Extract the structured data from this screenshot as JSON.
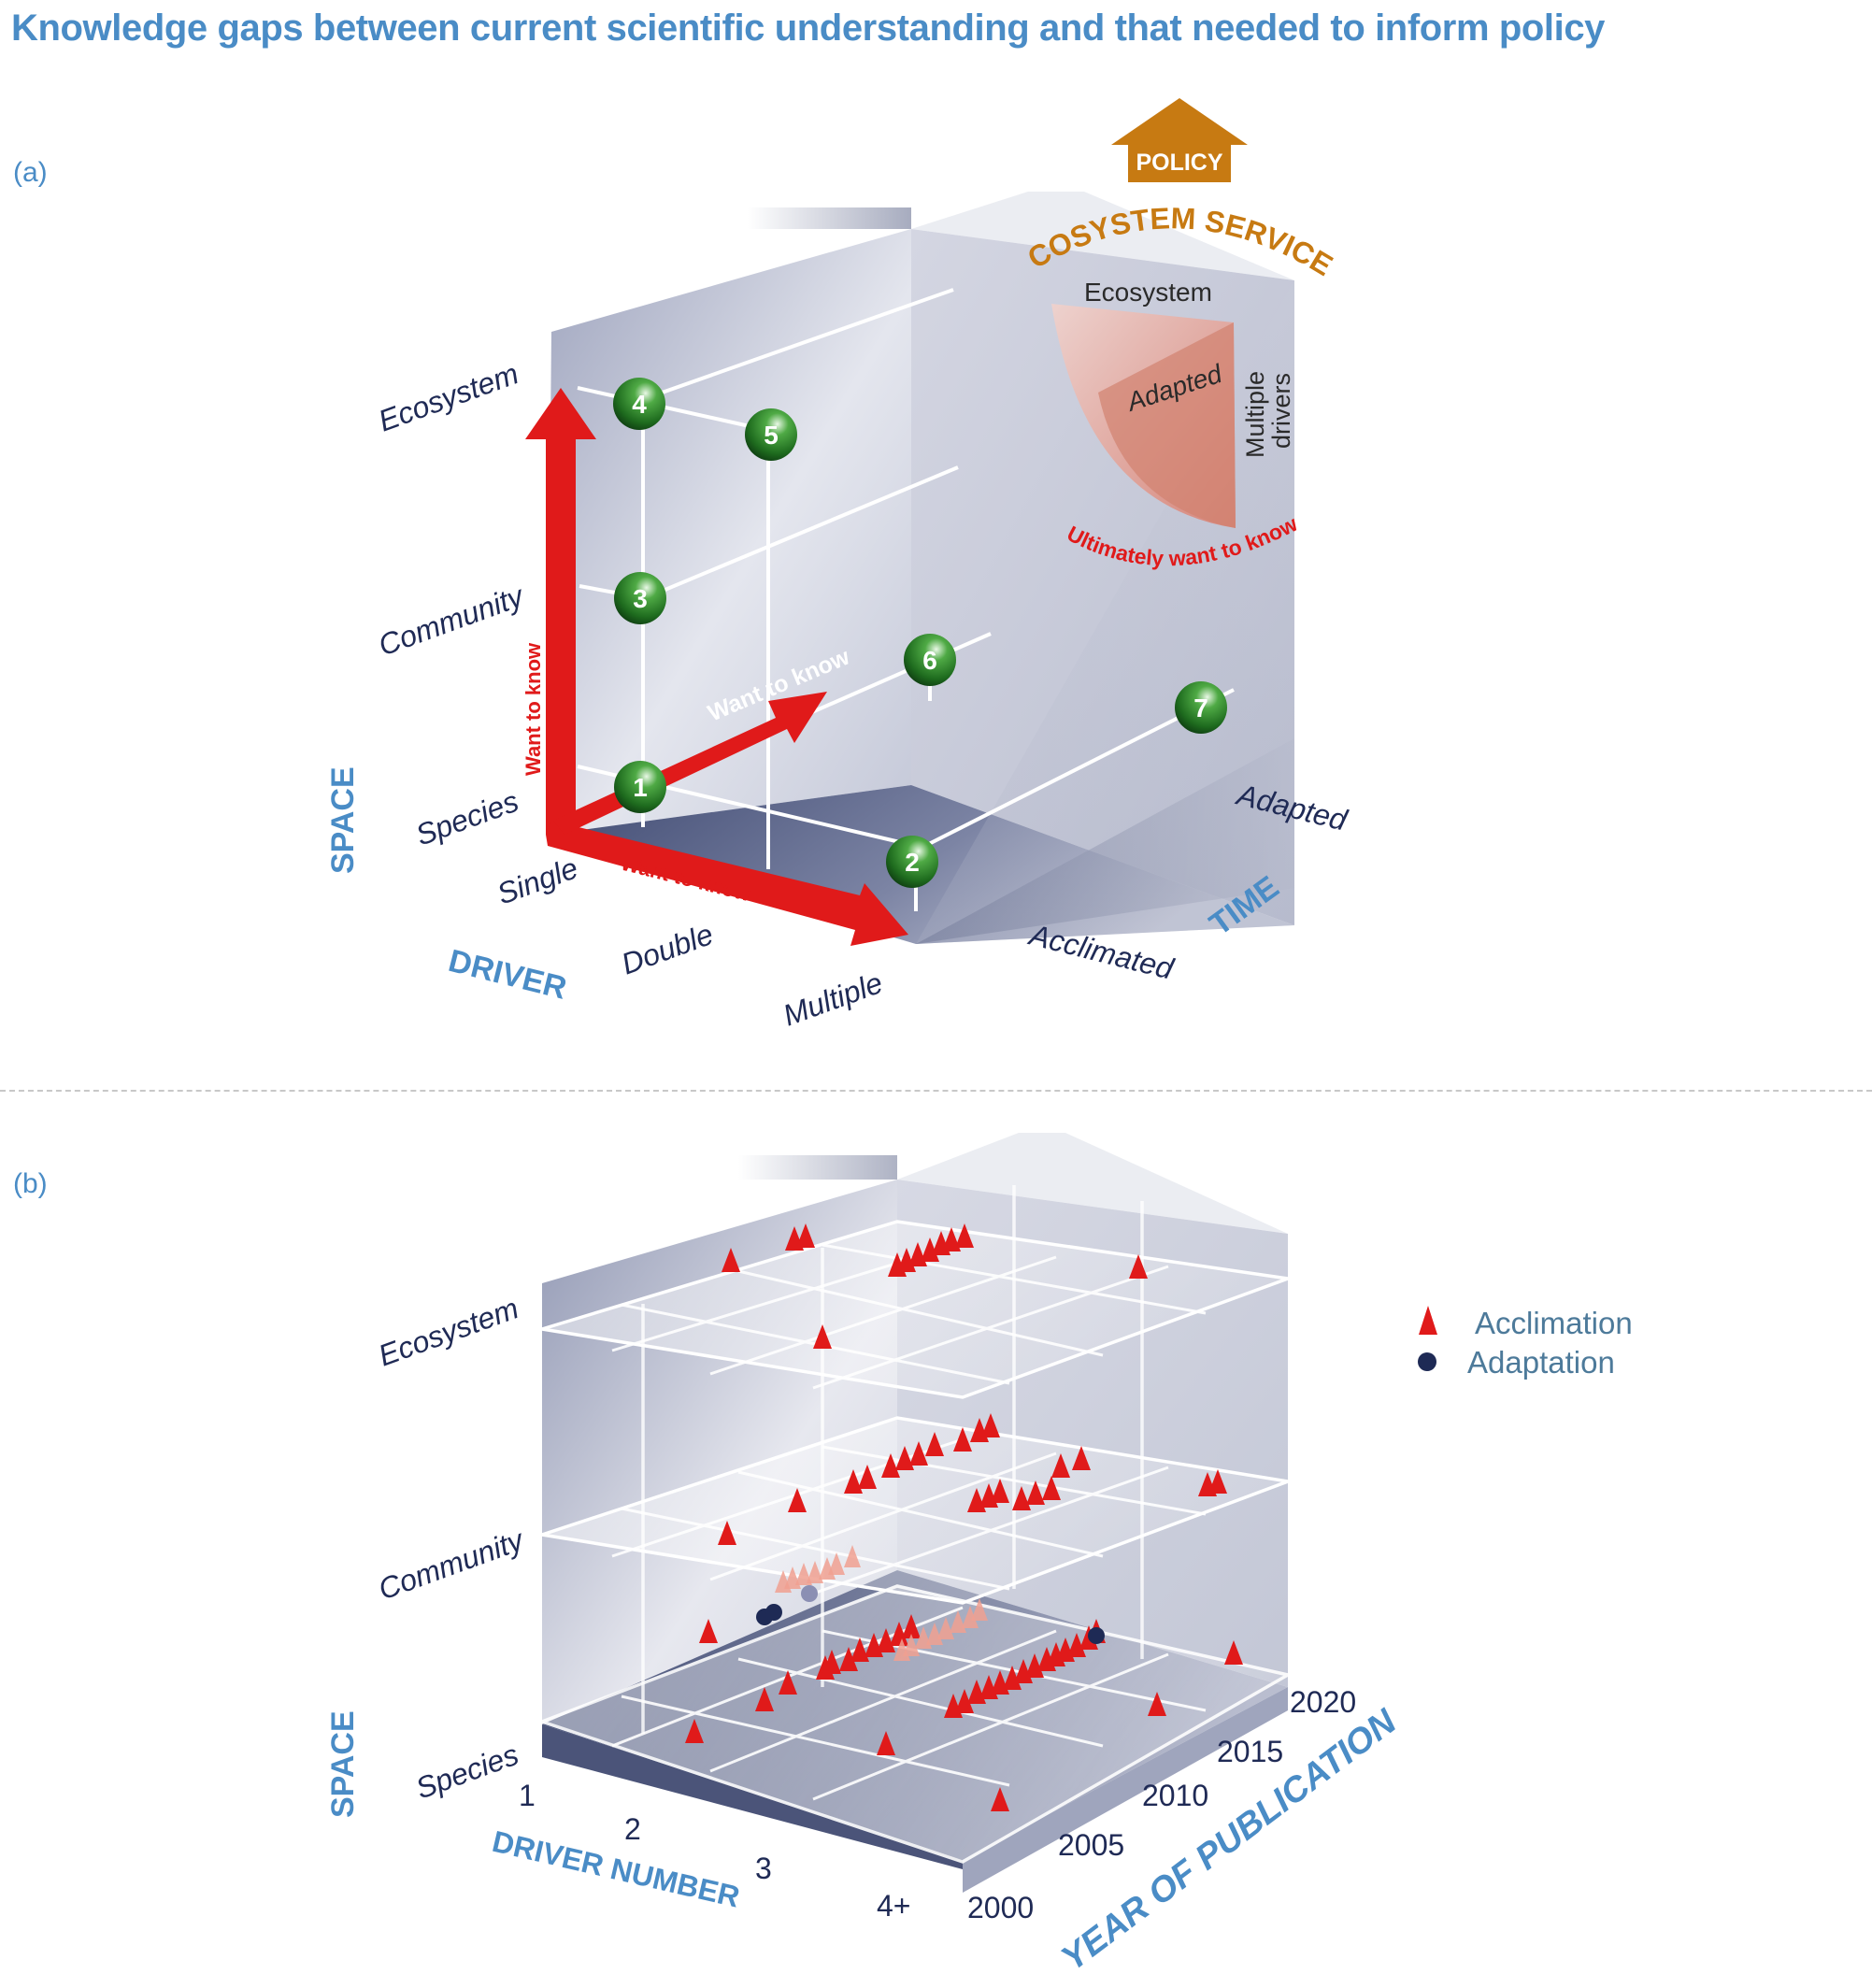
{
  "title": "Knowledge gaps between current scientific understanding and that needed to inform policy",
  "panel_a": {
    "label": "(a)",
    "policy": "POLICY",
    "ecosystem_services": "ECOSYSTEM SERVICES",
    "inset": {
      "top": "Ecosystem",
      "center": "Adapted",
      "side_line1": "Multiple",
      "side_line2": "drivers"
    },
    "ultimately": "Ultimately want to know",
    "want_to_know_vertical": "Want to know",
    "want_to_know_diagonal": "Want to know",
    "want_to_know_horizontal": "Want to know",
    "space_levels": [
      "Ecosystem",
      "Community",
      "Species"
    ],
    "driver_levels": [
      "Single",
      "Double",
      "Multiple"
    ],
    "time_levels": [
      "Acclimated",
      "Adapted"
    ],
    "axis_space": "SPACE",
    "axis_driver": "DRIVER",
    "axis_time": "TIME",
    "points": [
      {
        "id": "1",
        "space": "Species",
        "driver": "Single",
        "time": "Acclimated"
      },
      {
        "id": "2",
        "space": "Species",
        "driver": "Multiple",
        "time": "Acclimated"
      },
      {
        "id": "3",
        "space": "Community",
        "driver": "Single",
        "time": "Acclimated"
      },
      {
        "id": "4",
        "space": "Ecosystem",
        "driver": "Single",
        "time": "Acclimated"
      },
      {
        "id": "5",
        "space": "Ecosystem",
        "driver": "Double",
        "time": "Acclimated"
      },
      {
        "id": "6",
        "space": "Species",
        "driver": "Single",
        "time": "Adapted"
      },
      {
        "id": "7",
        "space": "Species",
        "driver": "Multiple",
        "time": "Adapted"
      }
    ]
  },
  "panel_b": {
    "label": "(b)",
    "space_levels": [
      "Ecosystem",
      "Community",
      "Species"
    ],
    "driver_ticks": [
      "1",
      "2",
      "3",
      "4+"
    ],
    "year_ticks": [
      "2000",
      "2005",
      "2010",
      "2015",
      "2020"
    ],
    "axis_space": "SPACE",
    "axis_driver": "DRIVER NUMBER",
    "axis_year": "YEAR OF PUBLICATION",
    "legend": [
      {
        "label": "Acclimation",
        "marker": "triangle",
        "color": "#e01a1a"
      },
      {
        "label": "Adaptation",
        "marker": "circle",
        "color": "#1e2a55"
      }
    ]
  },
  "colors": {
    "title": "#4a8cc6",
    "red": "#e01a1a",
    "orange": "#c77a12",
    "navy": "#1f2a55",
    "green": "#2e8a2e"
  }
}
